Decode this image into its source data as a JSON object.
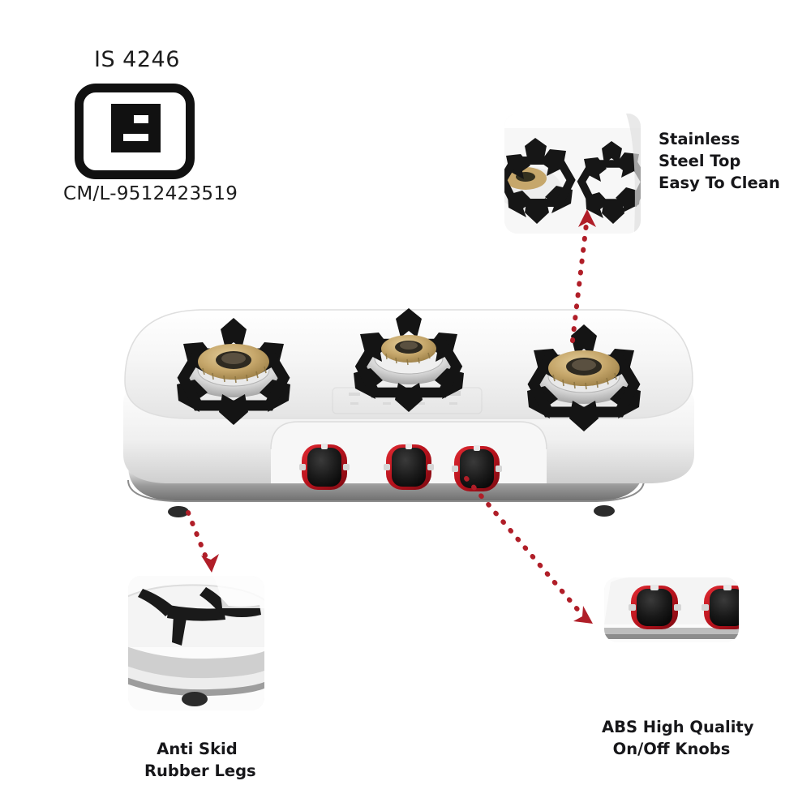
{
  "certification": {
    "standard_label": "IS 4246",
    "mark_name": "ISI mark",
    "license_label": "CM/L-9512423519"
  },
  "product": {
    "name": "three-burner stainless steel gas stove",
    "burner_count": 3,
    "knob_count": 3,
    "body_color": "#f2f2f2",
    "trivet_color": "#1a1a1a",
    "burner_cap_color": "#c9a96a",
    "knob_accent_color": "#c4111d"
  },
  "features": [
    {
      "id": "stainless-steel-top",
      "lines": [
        "Stainless",
        "Steel Top",
        "Easy To Clean"
      ],
      "text": "Stainless Steel Top Easy To Clean",
      "thumbnail": "close-up of burner trivets on stainless steel top"
    },
    {
      "id": "anti-skid-legs",
      "lines": [
        "Anti Skid",
        "Rubber Legs"
      ],
      "text": "Anti Skid Rubber Legs",
      "thumbnail": "close-up of stove corner with rubber leg"
    },
    {
      "id": "abs-knobs",
      "lines": [
        "ABS High Quality",
        "On/Off Knobs"
      ],
      "text": "ABS High Quality On/Off Knobs",
      "thumbnail": "close-up of black knobs with red accent rings"
    }
  ],
  "annotation": {
    "arrow_color": "#b01e28",
    "arrow_style": "dotted",
    "arrow_count": 3,
    "arrows": [
      {
        "id": "arrow-to-steel-top",
        "from": "stove top right burner",
        "to": "stainless steel top callout",
        "direction": "up"
      },
      {
        "id": "arrow-to-legs",
        "from": "stove rubber leg",
        "to": "anti skid legs callout",
        "direction": "down-right"
      },
      {
        "id": "arrow-to-knobs",
        "from": "stove right knob",
        "to": "abs knobs callout",
        "direction": "down-right"
      }
    ]
  }
}
